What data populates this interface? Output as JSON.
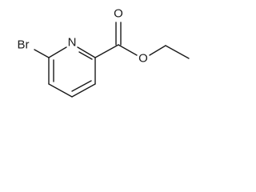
{
  "molecule": {
    "atoms": {
      "bromine": "Br",
      "ring_nitrogen": "N",
      "carbonyl_oxygen": "O",
      "ester_oxygen": "O"
    }
  }
}
